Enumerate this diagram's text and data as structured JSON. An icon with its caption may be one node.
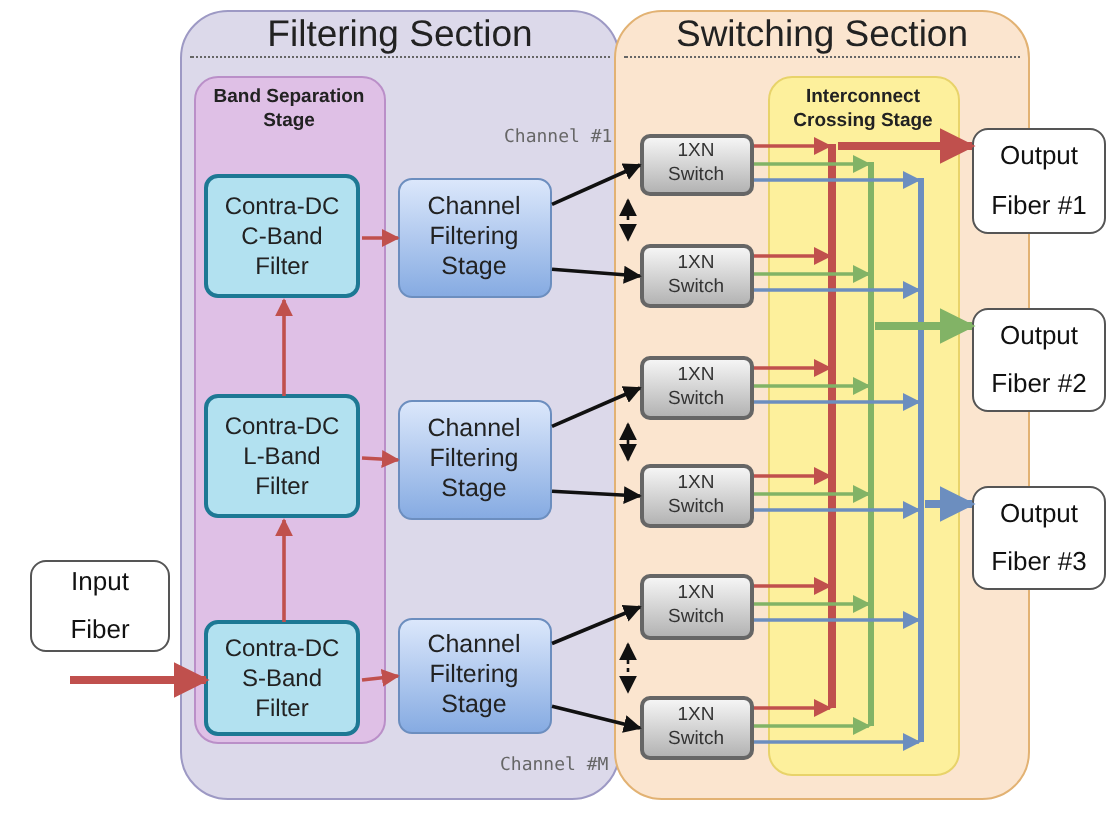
{
  "diagram": {
    "nodes": [
      {
        "text": [
          "Filtering Section"
        ]
      },
      {
        "text": [
          "Band Separation Stage"
        ],
        "in": 0
      },
      {
        "text": [
          "Contra-DC C-Band Filter"
        ],
        "in": 1
      },
      {
        "text": [
          "Contra-DC L-Band Filter"
        ],
        "in": 1
      },
      {
        "text": [
          "Contra-DC S-Band Filter"
        ],
        "in": 1
      },
      {
        "text": [
          "Channel Filtering Stage"
        ],
        "in": 0
      },
      {
        "text": [
          "Channel Filtering Stage"
        ],
        "in": 0
      },
      {
        "text": [
          "Channel Filtering Stage"
        ],
        "in": 0
      },
      {
        "text": [
          "Switching Section"
        ]
      },
      {
        "text": [
          "Interconnect Crossing Stage"
        ],
        "in": 8
      },
      {
        "text": [
          "1XN Switch"
        ],
        "in": 8
      },
      {
        "text": [
          "1XN Switch"
        ],
        "in": 8
      },
      {
        "text": [
          "1XN Switch"
        ],
        "in": 8
      },
      {
        "text": [
          "1XN Switch"
        ],
        "in": 8
      },
      {
        "text": [
          "1XN Switch"
        ],
        "in": 8
      },
      {
        "text": [
          "1XN Switch"
        ],
        "in": 8
      },
      {
        "text": [
          "Input Fiber"
        ]
      },
      {
        "text": [
          "Output Fiber #1"
        ]
      },
      {
        "text": [
          "Output Fiber #2"
        ]
      },
      {
        "text": [
          "Output Fiber #3"
        ]
      },
      {
        "text": [],
        "shape": "bar",
        "in": 9
      },
      {
        "text": [],
        "shape": "bar",
        "in": 9
      },
      {
        "text": [],
        "shape": "bar",
        "in": 9
      }
    ],
    "edges": [
      {
        "from": null,
        "to": 4,
        "arrow": "to",
        "style": "thick",
        "color": "#c0504d"
      },
      {
        "from": 4,
        "to": 3,
        "arrow": "to",
        "color": "#c0504d"
      },
      {
        "from": 3,
        "to": 2,
        "arrow": "to",
        "color": "#c0504d"
      },
      {
        "from": 2,
        "to": 5,
        "arrow": "to",
        "color": "#c0504d"
      },
      {
        "from": 3,
        "to": 6,
        "arrow": "to",
        "color": "#c0504d"
      },
      {
        "from": 4,
        "to": 7,
        "arrow": "to",
        "color": "#c0504d"
      },
      {
        "from": 5,
        "to": 10,
        "arrow": "to",
        "color": "#111111"
      },
      {
        "from": 5,
        "to": 11,
        "arrow": "to",
        "color": "#111111"
      },
      {
        "from": 6,
        "to": 12,
        "arrow": "to",
        "color": "#111111"
      },
      {
        "from": 6,
        "to": 13,
        "arrow": "to",
        "color": "#111111"
      },
      {
        "from": 7,
        "to": 14,
        "arrow": "to",
        "color": "#111111"
      },
      {
        "from": 7,
        "to": 15,
        "arrow": "to",
        "color": "#111111"
      },
      {
        "from": 10,
        "to": 11,
        "arrow": "both",
        "style": "dashed",
        "color": "#111111"
      },
      {
        "from": 12,
        "to": 13,
        "arrow": "both",
        "style": "dashed",
        "color": "#111111"
      },
      {
        "from": 14,
        "to": 15,
        "arrow": "both",
        "style": "dashed",
        "color": "#111111"
      },
      {
        "from": 10,
        "to": 20,
        "arrow": "to",
        "color": "#c0504d"
      },
      {
        "from": 10,
        "to": 21,
        "arrow": "to",
        "color": "#82b366"
      },
      {
        "from": 10,
        "to": 22,
        "arrow": "to",
        "color": "#6c8ebf"
      },
      {
        "from": 11,
        "to": 20,
        "arrow": "to",
        "color": "#c0504d"
      },
      {
        "from": 11,
        "to": 21,
        "arrow": "to",
        "color": "#82b366"
      },
      {
        "from": 11,
        "to": 22,
        "arrow": "to",
        "color": "#6c8ebf"
      },
      {
        "from": 12,
        "to": 20,
        "arrow": "to",
        "color": "#c0504d"
      },
      {
        "from": 12,
        "to": 21,
        "arrow": "to",
        "color": "#82b366"
      },
      {
        "from": 12,
        "to": 22,
        "arrow": "to",
        "color": "#6c8ebf"
      },
      {
        "from": 13,
        "to": 20,
        "arrow": "to",
        "color": "#c0504d"
      },
      {
        "from": 13,
        "to": 21,
        "arrow": "to",
        "color": "#82b366"
      },
      {
        "from": 13,
        "to": 22,
        "arrow": "to",
        "color": "#6c8ebf"
      },
      {
        "from": 14,
        "to": 20,
        "arrow": "to",
        "color": "#c0504d"
      },
      {
        "from": 14,
        "to": 21,
        "arrow": "to",
        "color": "#82b366"
      },
      {
        "from": 14,
        "to": 22,
        "arrow": "to",
        "color": "#6c8ebf"
      },
      {
        "from": 15,
        "to": 20,
        "arrow": "to",
        "color": "#c0504d"
      },
      {
        "from": 15,
        "to": 21,
        "arrow": "to",
        "color": "#82b366"
      },
      {
        "from": 15,
        "to": 22,
        "arrow": "to",
        "color": "#6c8ebf"
      },
      {
        "from": 20,
        "to": 17,
        "arrow": "to",
        "style": "thick",
        "color": "#c0504d"
      },
      {
        "from": 21,
        "to": 18,
        "arrow": "to",
        "style": "thick",
        "color": "#82b366"
      },
      {
        "from": 22,
        "to": 19,
        "arrow": "to",
        "style": "thick",
        "color": "#6c8ebf"
      }
    ],
    "labels": [
      "Channel #1",
      "Channel #M"
    ]
  }
}
